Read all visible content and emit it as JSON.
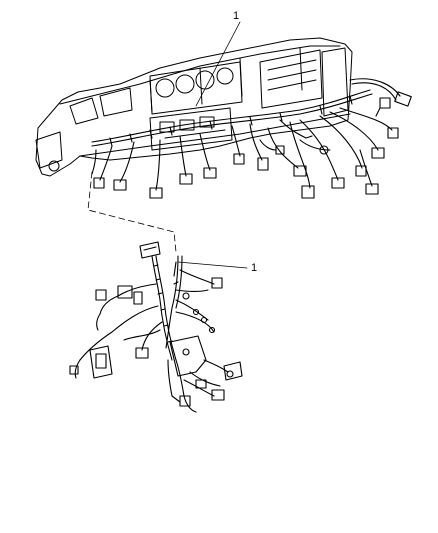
{
  "diagram": {
    "callouts": [
      {
        "id": "top",
        "text": "1"
      },
      {
        "id": "mid",
        "text": "1"
      }
    ],
    "line_color": "#000000",
    "background": "#ffffff"
  }
}
